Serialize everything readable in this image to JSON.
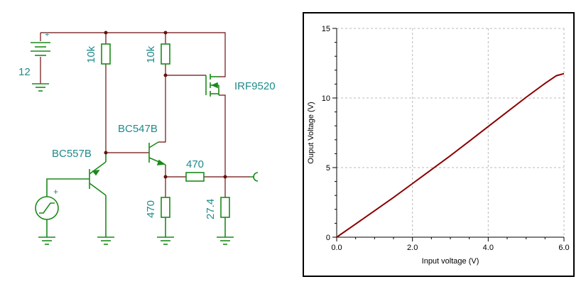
{
  "schematic": {
    "battery_voltage": "12",
    "battery_plus": "+",
    "source_plus": "+",
    "r1": "10k",
    "r2": "10k",
    "r3": "470",
    "r4": "470",
    "r5": "27.4",
    "q1": "BC557B",
    "q2": "BC547B",
    "m1": "IRF9520"
  },
  "chart_data": {
    "type": "line",
    "xlabel": "Input voltage (V)",
    "ylabel": "Ouput Voltage (V)",
    "xlim": [
      0,
      6
    ],
    "ylim": [
      0,
      15
    ],
    "xticks": [
      "0.0",
      "2.0",
      "4.0",
      "6.0"
    ],
    "yticks": [
      "0",
      "5",
      "10",
      "15"
    ],
    "grid": true,
    "line_color": "#8b0000",
    "x": [
      0,
      0.5,
      1,
      1.5,
      2,
      2.5,
      3,
      3.5,
      4,
      4.5,
      5,
      5.5,
      5.8,
      6
    ],
    "y": [
      0,
      0.95,
      1.9,
      2.85,
      3.85,
      4.85,
      5.85,
      6.9,
      7.95,
      9.0,
      10.05,
      11.05,
      11.6,
      11.75
    ]
  }
}
